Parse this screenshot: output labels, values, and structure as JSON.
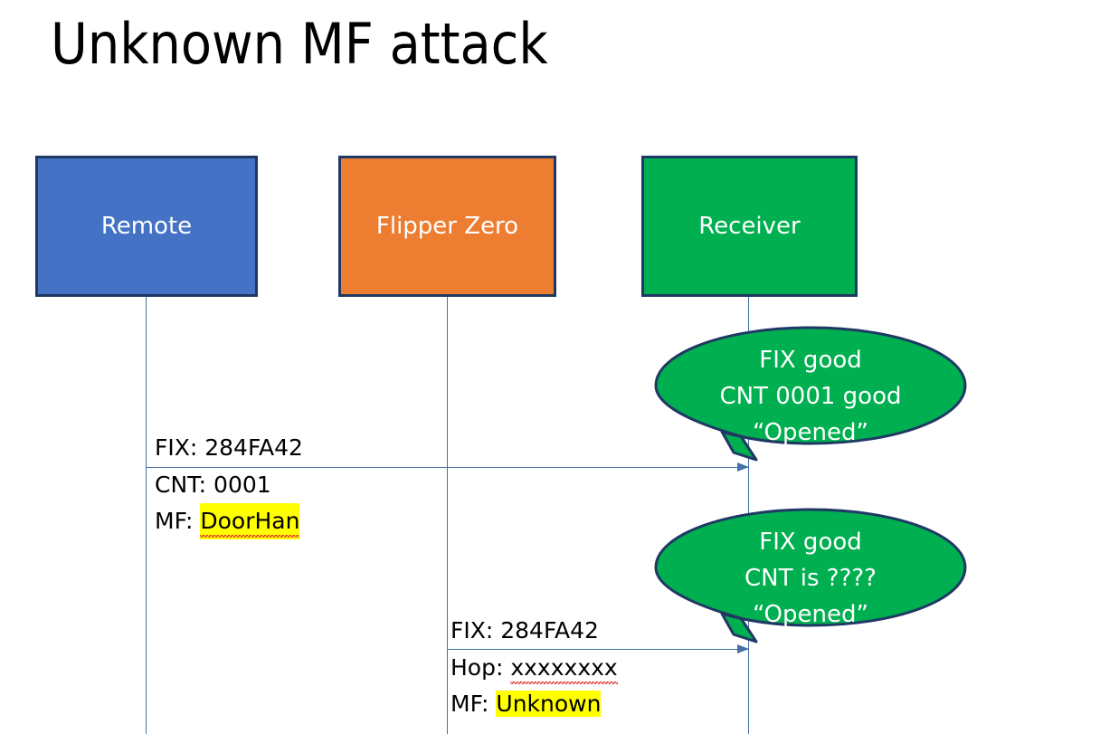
{
  "slide": {
    "title": "Unknown MF attack",
    "background": "#ffffff"
  },
  "colors": {
    "remote_fill": "#4472c4",
    "flipper_fill": "#ed7d31",
    "receiver_fill": "#00b050",
    "box_border": "#1f3864",
    "line": "#4472a8",
    "highlight": "#ffff00",
    "callout_fill": "#00b050",
    "callout_border": "#1f3864",
    "text_dark": "#000000",
    "text_light": "#ffffff"
  },
  "actors": [
    {
      "id": "remote",
      "label": "Remote"
    },
    {
      "id": "flipper",
      "label": "Flipper Zero"
    },
    {
      "id": "receiver",
      "label": "Receiver"
    }
  ],
  "messages": [
    {
      "id": "remote-to-receiver",
      "from": "remote",
      "to": "receiver",
      "line_above": "FIX: 284FA42",
      "line_below_1": "CNT: 0001",
      "line_below_2_prefix": "MF: ",
      "line_below_2_value": "DoorHan",
      "line_below_2_highlighted": true,
      "line_below_2_spellcheck_flag": true
    },
    {
      "id": "flipper-to-receiver",
      "from": "flipper",
      "to": "receiver",
      "line_above": "FIX: 284FA42",
      "line_below_1_prefix": "Hop: ",
      "line_below_1_value": "xxxxxxxx",
      "line_below_1_spellcheck_flag": true,
      "line_below_2_prefix": "MF: ",
      "line_below_2_value": "Unknown",
      "line_below_2_highlighted": true,
      "line_below_2_spellcheck_flag": false
    }
  ],
  "callouts": [
    {
      "id": "callout-1",
      "attached_to": "remote-to-receiver",
      "line1": "FIX good",
      "line2": "CNT 0001 good",
      "line3": "“Opened”"
    },
    {
      "id": "callout-2",
      "attached_to": "flipper-to-receiver",
      "line1": "FIX good",
      "line2": "CNT is ????",
      "line3": "“Opened”"
    }
  ]
}
